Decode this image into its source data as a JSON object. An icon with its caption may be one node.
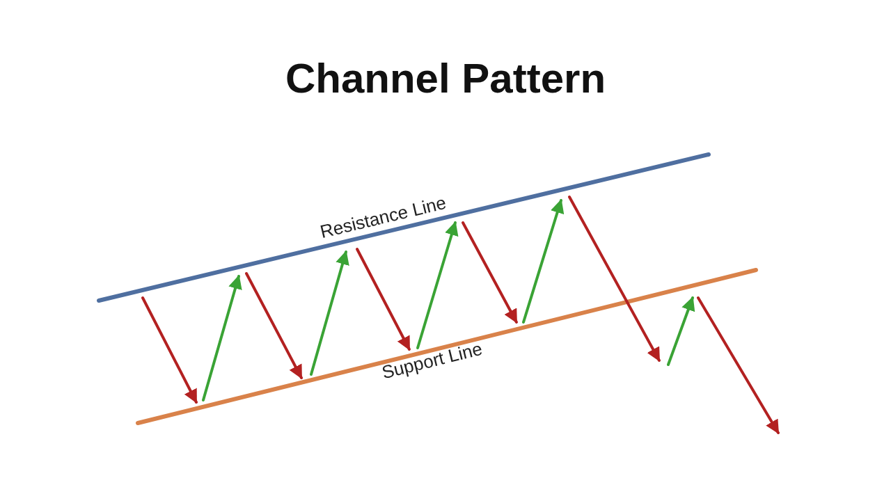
{
  "diagram": {
    "title": "Channel Pattern",
    "labels": [
      "Resistance Line",
      "Support Line"
    ]
  }
}
